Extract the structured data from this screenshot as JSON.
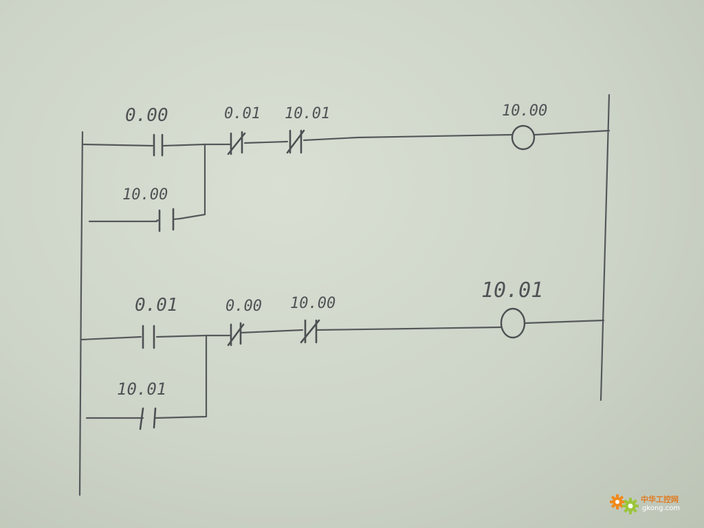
{
  "diagram": {
    "rungs": [
      {
        "output_coil": "10.00",
        "series_contacts": [
          {
            "label": "0.00",
            "type": "normally-open"
          },
          {
            "label": "0.01",
            "type": "normally-closed"
          },
          {
            "label": "10.01",
            "type": "normally-closed"
          }
        ],
        "parallel_branch": {
          "label": "10.00",
          "type": "normally-open"
        }
      },
      {
        "output_coil": "10.01",
        "series_contacts": [
          {
            "label": "0.01",
            "type": "normally-open"
          },
          {
            "label": "0.00",
            "type": "normally-closed"
          },
          {
            "label": "10.00",
            "type": "normally-closed"
          }
        ],
        "parallel_branch": {
          "label": "10.01",
          "type": "normally-open"
        }
      }
    ]
  },
  "watermark": {
    "name": "中华工控网",
    "domain": "gkong.com",
    "colors": {
      "gear_orange": "#f08a1c",
      "gear_green": "#9cc53b"
    }
  }
}
